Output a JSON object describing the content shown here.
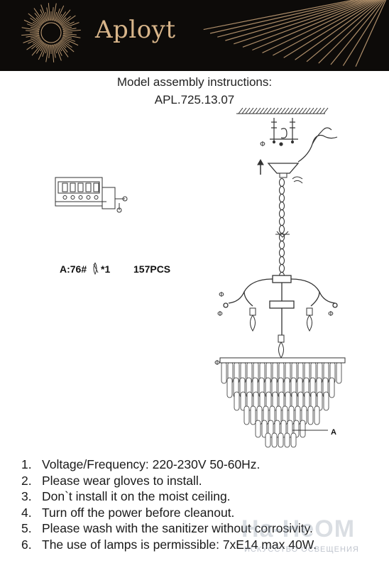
{
  "header": {
    "brand": "Aployt",
    "background": "#0d0b09",
    "accent": "#d8b58a"
  },
  "title": {
    "line1": "Model assembly instructions:",
    "line2": "APL.725.13.07"
  },
  "diagram": {
    "spec_label": "A:76#",
    "spec_multiplier": "*1",
    "spec_count": "157PCS",
    "callout": "A",
    "icon": "chandelier-assembly-diagram"
  },
  "steps": [
    {
      "num": "1.",
      "text": "Voltage/Frequency: 220-230V 50-60Hz."
    },
    {
      "num": "2.",
      "text": "Please wear gloves to install."
    },
    {
      "num": "3.",
      "text": "Don`t install it on the moist ceiling."
    },
    {
      "num": "4.",
      "text": "Turn off the power before cleanout."
    },
    {
      "num": "5.",
      "text": "Please wash with the sanitizer without corrosivity."
    },
    {
      "num": "6.",
      "text": "The use of lamps is permissible: 7xE14 max 40W."
    }
  ],
  "watermark": {
    "main": "Ha-HeOM",
    "sub": "ИСКУССТВО ОСВЕЩЕНИЯ"
  }
}
